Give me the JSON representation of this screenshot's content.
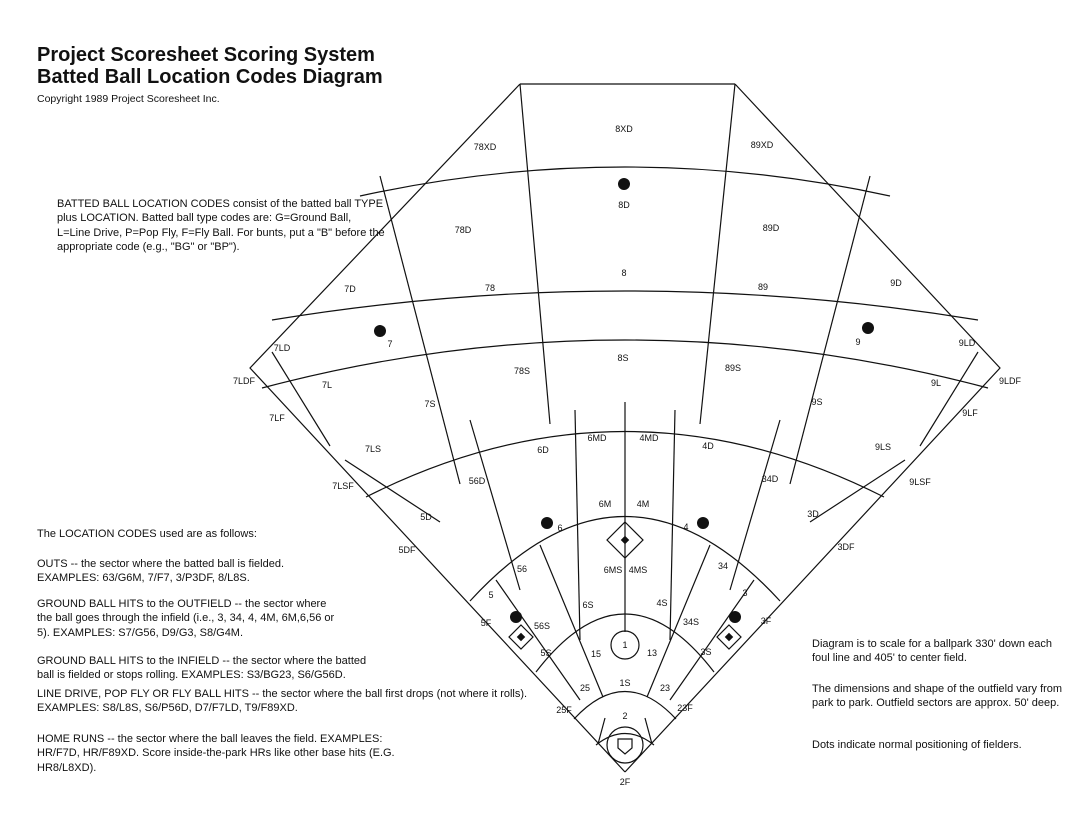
{
  "header": {
    "title_line1": "Project Scoresheet Scoring System",
    "title_line2": "Batted Ball Location Codes Diagram",
    "copyright": "Copyright 1989 Project Scoresheet Inc."
  },
  "intro": "BATTED BALL LOCATION CODES consist of the batted ball TYPE plus LOCATION. Batted ball type codes are: G=Ground Ball, L=Line Drive, P=Pop Fly, F=Fly Ball. For bunts, put a \"B\" before the appropriate code (e.g., \"BG\" or \"BP\").",
  "legend": {
    "intro": "The LOCATION CODES used are as follows:",
    "outs": "OUTS -- the sector where the batted ball is fielded. EXAMPLES: 63/G6M, 7/F7, 3/P3DF, 8/L8S.",
    "ground_outfield": "GROUND BALL HITS to the OUTFIELD -- the sector where the ball goes through the infield (i.e., 3, 34, 4, 4M, 6M,6,56 or 5). EXAMPLES: S7/G56, D9/G3, S8/G4M.",
    "ground_infield": "GROUND BALL HITS to the INFIELD -- the sector where the batted ball is fielded or stops rolling. EXAMPLES: S3/BG23, S6/G56D.",
    "line_drive": "LINE DRIVE, POP FLY OR FLY BALL HITS -- the sector where the ball first drops (not where it rolls). EXAMPLES: S8/L8S, S6/P56D, D7/F7LD, T9/F89XD.",
    "home_runs": "HOME RUNS -- the sector where the ball leaves the field. EXAMPLES: HR/F7D, HR/F89XD. Score inside-the-park HRs like other base hits (E.G. HR8/L8XD)."
  },
  "notes": {
    "scale": "Diagram is to scale for a ballpark 330' down each foul line and 405' to center field.",
    "dimensions": "The dimensions and shape of the outfield vary from park to park. Outfield sectors are approx. 50' deep.",
    "dots": "Dots indicate normal positioning of fielders."
  },
  "zones": {
    "z8XD": "8XD",
    "z78XD": "78XD",
    "z89XD": "89XD",
    "z8D": "8D",
    "z78D": "78D",
    "z89D": "89D",
    "z7D": "7D",
    "z9D": "9D",
    "z8": "8",
    "z78": "78",
    "z89": "89",
    "z7": "7",
    "z9": "9",
    "z7LD": "7LD",
    "z9LD": "9LD",
    "z7LDF": "7LDF",
    "z9LDF": "9LDF",
    "z7L": "7L",
    "z9L": "9L",
    "z7LF": "7LF",
    "z9LF": "9LF",
    "z78S": "78S",
    "z8S": "8S",
    "z89S": "89S",
    "z7S": "7S",
    "z9S": "9S",
    "z7LS": "7LS",
    "z9LS": "9LS",
    "z7LSF": "7LSF",
    "z9LSF": "9LSF",
    "z6MD": "6MD",
    "z4MD": "4MD",
    "z6D": "6D",
    "z4D": "4D",
    "z56D": "56D",
    "z34D": "34D",
    "z5D": "5D",
    "z3D": "3D",
    "z5DF": "5DF",
    "z3DF": "3DF",
    "z6M": "6M",
    "z4M": "4M",
    "z6": "6",
    "z4": "4",
    "z56": "56",
    "z34": "34",
    "z5": "5",
    "z3": "3",
    "z6MS": "6MS",
    "z4MS": "4MS",
    "z6S": "6S",
    "z4S": "4S",
    "z56S": "56S",
    "z34S": "34S",
    "z5S": "5S",
    "z3S": "3S",
    "z5F": "5F",
    "z3F": "3F",
    "z1": "1",
    "z15": "15",
    "z13": "13",
    "z1S": "1S",
    "z25": "25",
    "z23": "23",
    "z25F": "25F",
    "z23F": "23F",
    "z2": "2",
    "z2F": "2F"
  }
}
